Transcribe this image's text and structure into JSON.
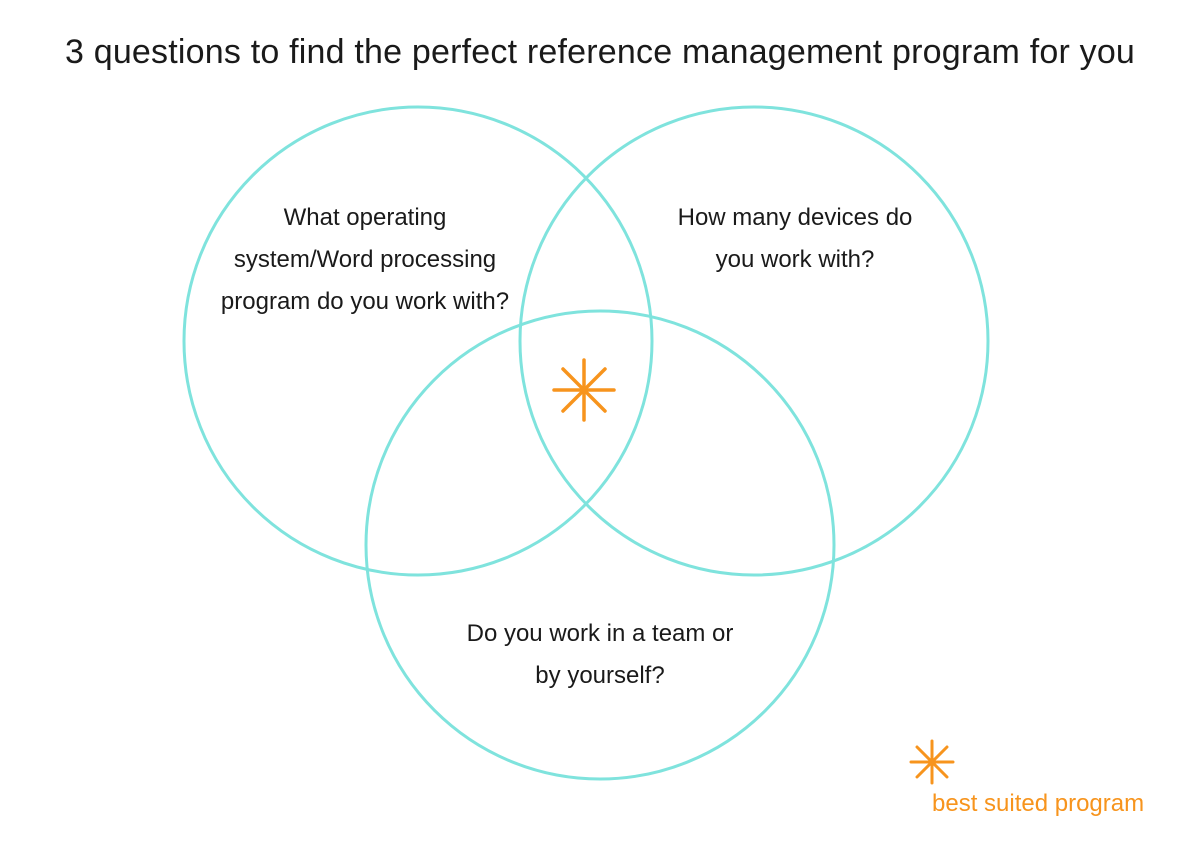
{
  "title": "3 questions to find the perfect reference management program for you",
  "colors": {
    "circle_stroke": "#7fe3dd",
    "accent": "#f7941d",
    "text": "#1a1a1a"
  },
  "circles": {
    "left": {
      "question_lines": [
        "What operating",
        "system/Word processing",
        "program do you work with?"
      ]
    },
    "right": {
      "question_lines": [
        "How many devices do",
        "you work with?"
      ]
    },
    "bottom": {
      "question_lines": [
        "Do you work in a team or",
        "by yourself?"
      ]
    }
  },
  "center_marker": {
    "icon": "asterisk-icon"
  },
  "legend": {
    "icon": "asterisk-icon",
    "label": "best suited program"
  }
}
